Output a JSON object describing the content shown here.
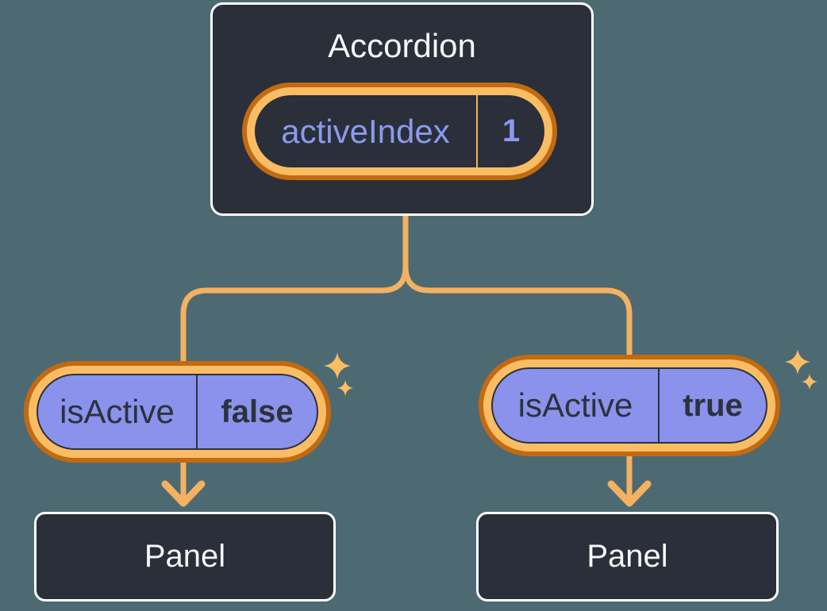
{
  "palette": {
    "background": "#4D6A72",
    "node_fill": "#2A2F39",
    "node_border": "#FFFFFF",
    "wire": "#F3B161",
    "ring_outer": "#C26A12",
    "ring_inner": "#FBBD64",
    "prop_fill": "#8A92EC",
    "purple_text": "#8B9AEF",
    "dark_text": "#2C323C",
    "light_text": "#F6F7F9",
    "sparkle": "#FABD62"
  },
  "accordion": {
    "title": "Accordion",
    "state": {
      "name": "activeIndex",
      "value": "1"
    }
  },
  "children": [
    {
      "prop": "isActive",
      "value": "false"
    },
    {
      "prop": "isActive",
      "value": "true"
    }
  ],
  "panels": [
    {
      "label": "Panel"
    },
    {
      "label": "Panel"
    }
  ]
}
